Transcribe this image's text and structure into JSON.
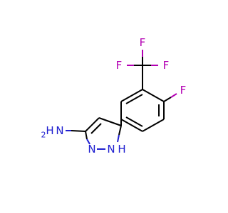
{
  "atoms": {
    "f_top_left": "F",
    "f_top_right": "F",
    "f_mid": "F",
    "f_ring": "F",
    "nh2_n": "H",
    "nh2_h": "N",
    "nh2_sub": "2",
    "ring_n": "N",
    "nh_n": "N",
    "nh_h": "H"
  },
  "colors": {
    "fluorine": "#B300B3",
    "nitrogen": "#2020D0",
    "bond": "#000000",
    "background": "#FFFFFF"
  }
}
